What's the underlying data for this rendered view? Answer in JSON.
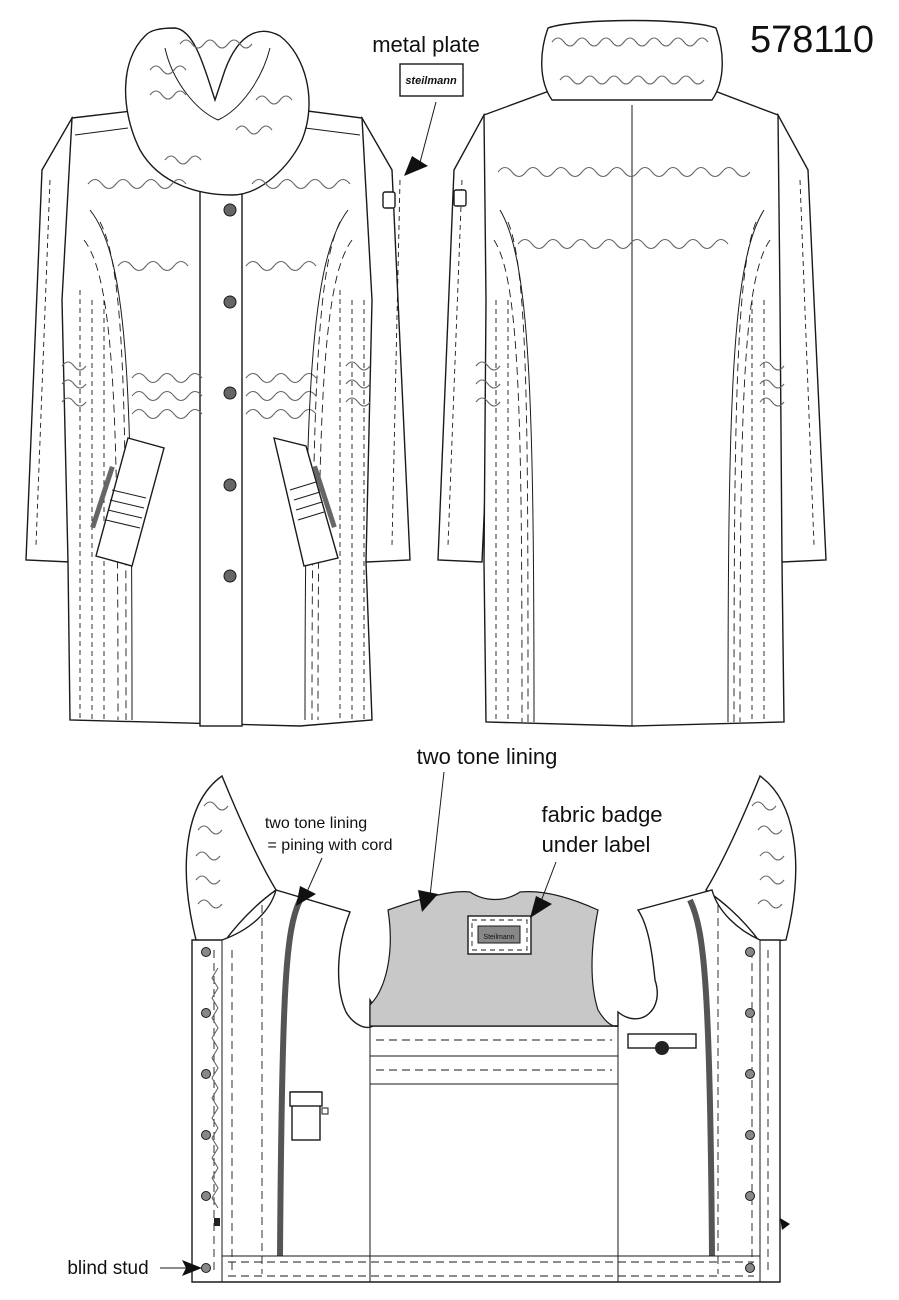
{
  "sheet": {
    "article_number": "578110",
    "labels": {
      "metal_plate": "metal plate",
      "plate_brand": "steilmann",
      "two_tone_lining": "two tone lining",
      "piping_line1": "two tone lining",
      "piping_line2": "= pining with cord",
      "fabric_badge_line1": "fabric badge",
      "fabric_badge_line2": "under label",
      "badge_brand": "Steilmann",
      "blind_stud": "blind stud"
    },
    "colors": {
      "line": "#1a1a1a",
      "lining_gray": "#c8c8c8",
      "piping_dark": "#555555",
      "button_gray": "#777777"
    }
  }
}
